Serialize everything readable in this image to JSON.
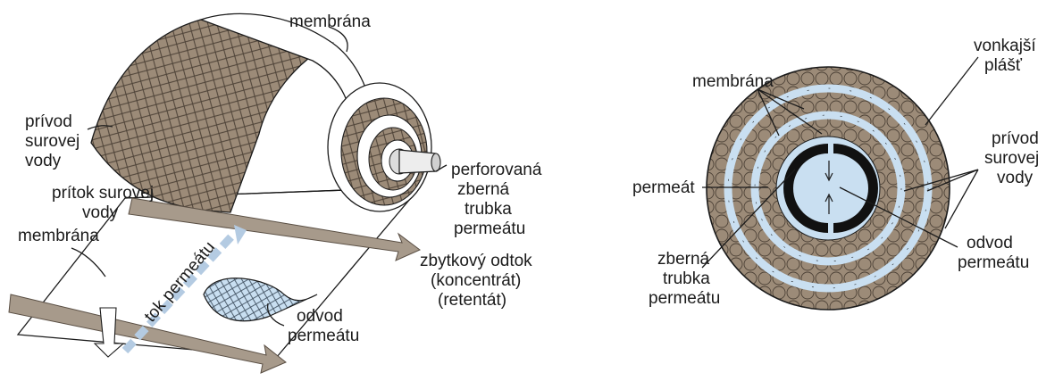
{
  "left_diagram": {
    "membrane_top": "membrána",
    "raw_water_inlet": [
      "prívod",
      "surovej",
      "vody"
    ],
    "feed_inflow": [
      "prítok surovej",
      "vody"
    ],
    "membrane_bottom": "membrána",
    "collector_tube": [
      "perforovaná",
      "zberná",
      "trubka",
      "permeátu"
    ],
    "residual_outflow": [
      "zbytkový odtok",
      "(koncentrát)",
      "(retentát)"
    ],
    "permeate_flow": "tok permeátu",
    "permeate_outlet": [
      "odvod",
      "permeátu"
    ]
  },
  "right_diagram": {
    "membrane": "membrána",
    "outer_shell": [
      "vonkajší",
      "plášť"
    ],
    "raw_water_inlet": [
      "prívod",
      "surovej",
      "vody"
    ],
    "permeate": "permeát",
    "permeate_outlet": [
      "odvod",
      "permeátu"
    ],
    "collector_tube": [
      "zberná",
      "trubka",
      "permeátu"
    ]
  },
  "colors": {
    "mesh": "#9c8b78",
    "mesh_dark": "#6f5f4f",
    "flow_blue": "#c9dff1",
    "arrow_tan": "#a79a8b",
    "line": "#1b1b1b"
  }
}
